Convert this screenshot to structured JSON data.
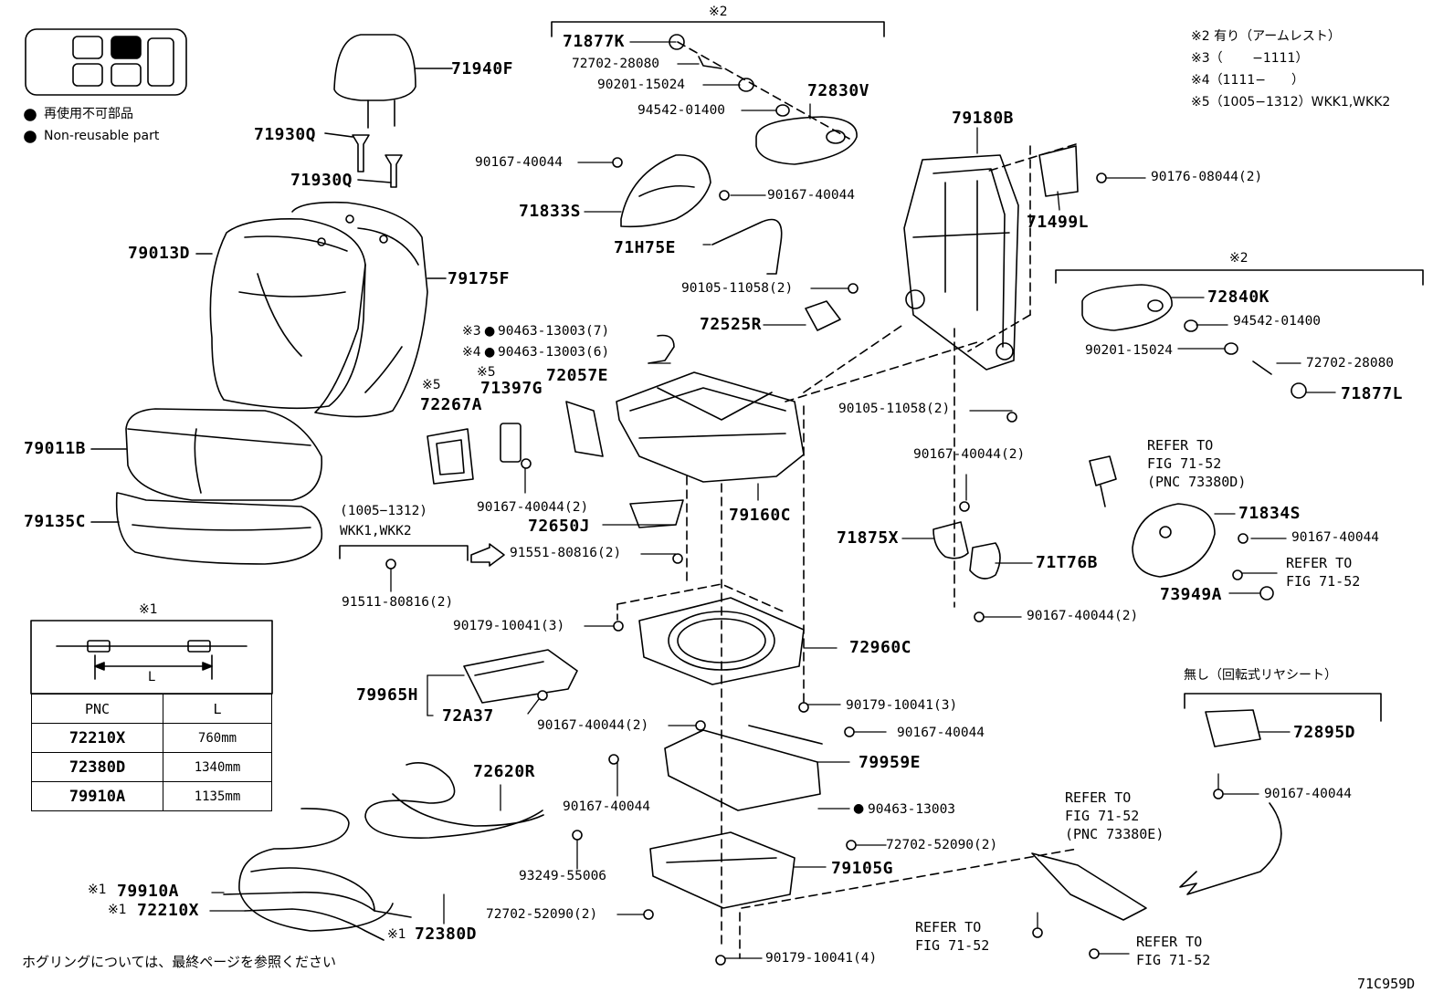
{
  "legend": {
    "bullet": "●",
    "line1": "再使用不可部品",
    "line2": "Non-reusable part"
  },
  "notes": {
    "n2": "※2 有り（アームレスト）",
    "n3": "※3（　　 −1111）",
    "n4": "※4（1111−　　）",
    "n5": "※5（1005−1312）WKK1,WKK2"
  },
  "callouts": {
    "c_x2_top": "※2",
    "c_x2_right": "※2",
    "c_x1": "※1",
    "c_x5a": "※5",
    "c_x5b": "※5"
  },
  "parts": {
    "p71940F": "71940F",
    "p71930Q_a": "71930Q",
    "p71930Q_b": "71930Q",
    "p79013D": "79013D",
    "p79175F": "79175F",
    "p79011B": "79011B",
    "p79135C": "79135C",
    "p71877K": "71877K",
    "p72702_28080_a": "72702-28080",
    "p90201_15024_a": "90201-15024",
    "p72830V": "72830V",
    "p94542_01400_a": "94542-01400",
    "p90167_40044_a": "90167-40044",
    "p71833S": "71833S",
    "p90167_40044_b": "90167-40044",
    "p71H75E": "71H75E",
    "p90105_11058_a": "90105-11058(2)",
    "p72525R": "72525R",
    "p79180B": "79180B",
    "p71499L": "71499L",
    "p90176_08044": "90176-08044(2)",
    "p72840K": "72840K",
    "p94542_01400_b": "94542-01400",
    "p90201_15024_b": "90201-15024",
    "p72702_28080_b": "72702-28080",
    "p71877L": "71877L",
    "p90463_7": "90463-13003(7)",
    "p90463_6": "90463-13003(6)",
    "pfx3": "※3",
    "pfx4": "※4",
    "p72267A": "72267A",
    "p71397G": "71397G",
    "p72057E": "72057E",
    "p90167_40044_c": "90167-40044(2)",
    "p72650J": "72650J",
    "p79160C": "79160C",
    "p90105_11058_b": "90105-11058(2)",
    "p90167_40044_d": "90167-40044(2)",
    "p71875X": "71875X",
    "p71T76B": "71T76B",
    "p90167_40044_e": "90167-40044(2)",
    "p71834S": "71834S",
    "p90167_40044_f": "90167-40044",
    "p73949A": "73949A",
    "pwkk_range": "(1005−1312)",
    "pwkk_models": "WKK1,WKK2",
    "p91551": "91551-80816(2)",
    "p91511": "91511-80816(2)",
    "p90179_10041_a": "90179-10041(3)",
    "p72960C": "72960C",
    "p79965H": "79965H",
    "p72A37": "72A37",
    "p90167_40044_g": "90167-40044(2)",
    "p90179_10041_b": "90179-10041(3)",
    "p90167_40044_h": "90167-40044",
    "p79959E": "79959E",
    "p90167_40044_i": "90167-40044",
    "p90463_13003": "90463-13003",
    "p72620R": "72620R",
    "p93249": "93249-55006",
    "p72702_52090_a": "72702-52090(2)",
    "p79105G": "79105G",
    "p72702_52090_b": "72702-52090(2)",
    "p90179_10041_c": "90179-10041(4)",
    "p79910A": "79910A",
    "p72210X": "72210X",
    "p72380D": "72380D",
    "p72895D": "72895D",
    "p90167_40044_j": "90167-40044",
    "nashi": "無し（回転式リヤシート）"
  },
  "refs": {
    "r1": "REFER TO\nFIG 71-52\n(PNC 73380D)",
    "r2": "REFER TO\nFIG 71-52",
    "r3": "REFER TO\nFIG 71-52\n(PNC 73380E)",
    "r4": "REFER TO\nFIG 71-52",
    "r5": "REFER TO\nFIG 71-52"
  },
  "cable_table": {
    "header_pnc": "PNC",
    "header_l": "L",
    "dim_label": "L",
    "rows": [
      {
        "pnc": "72210X",
        "l": "760mm"
      },
      {
        "pnc": "72380D",
        "l": "1340mm"
      },
      {
        "pnc": "79910A",
        "l": "1135mm"
      }
    ]
  },
  "footer": {
    "note": "ホグリングについては、最終ページを参照ください",
    "figure_id": "71C959D"
  }
}
